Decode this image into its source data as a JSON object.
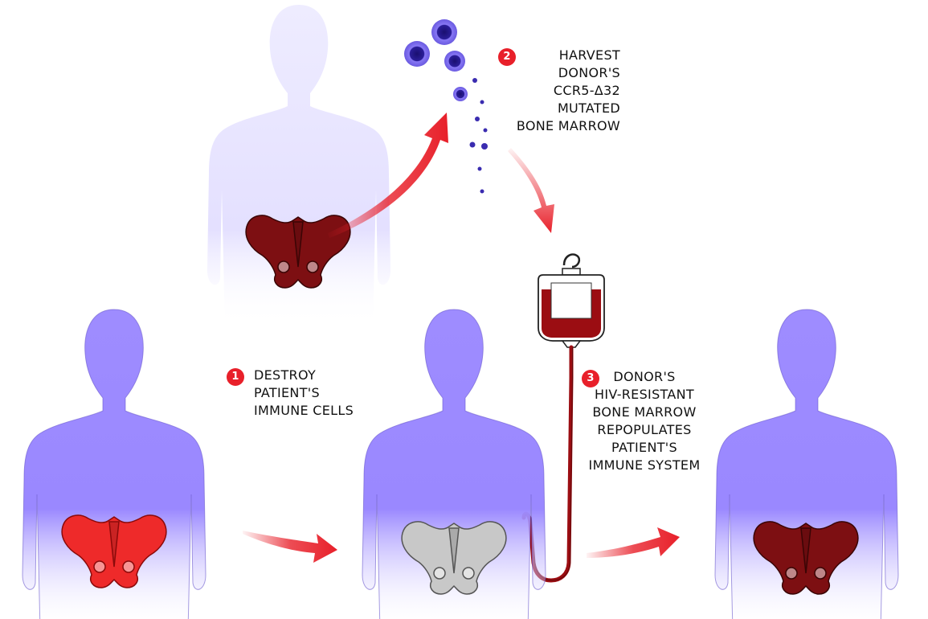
{
  "steps": [
    {
      "number": "1",
      "lines": [
        "DESTROY",
        "PATIENT'S",
        "IMMUNE CELLS"
      ]
    },
    {
      "number": "2",
      "lines": [
        "HARVEST",
        "DONOR'S",
        "CCR5-Δ32",
        "MUTATED",
        "BONE MARROW"
      ]
    },
    {
      "number": "3",
      "lines": [
        "DONOR'S",
        "HIV-RESISTANT",
        "BONE MARROW",
        "REPOPULATES",
        "PATIENT'S",
        "IMMUNE SYSTEM"
      ]
    }
  ],
  "colors": {
    "donor_body": "#e6e3ff",
    "patient_body": "#9e8cff",
    "patient_outline": "#6a5acd",
    "pelvis_dark": "#7d0f12",
    "pelvis_bright": "#ee2a2a",
    "pelvis_destroyed": "#c8c8c8",
    "arrow": "#e8202a",
    "blood": "#9b0d12",
    "cell_outer": "#7b6cf0",
    "cell_inner": "#1f1480"
  },
  "icons": [
    "human-silhouette",
    "pelvis-bone",
    "curved-arrow",
    "bone-marrow-cell",
    "iv-blood-bag"
  ]
}
